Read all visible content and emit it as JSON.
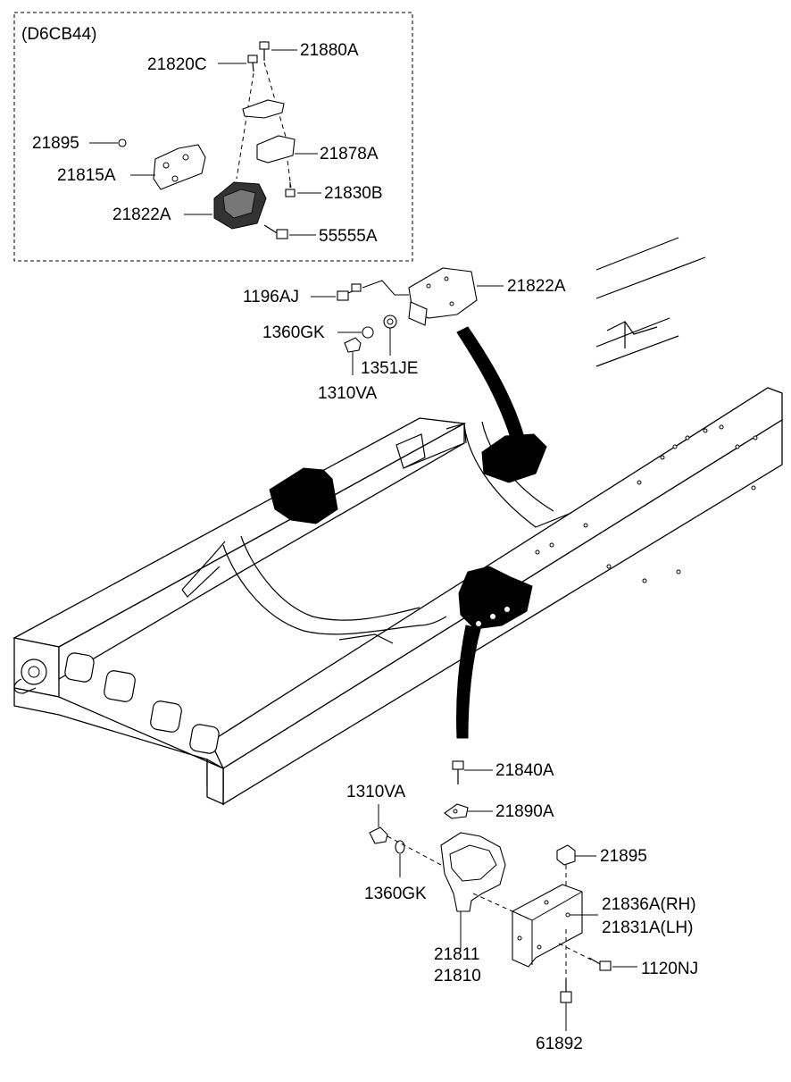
{
  "inset": {
    "title": "(D6CB44)"
  },
  "labels": {
    "p21880A": "21880A",
    "p21820C": "21820C",
    "p21895_top": "21895",
    "p21878A": "21878A",
    "p21815A": "21815A",
    "p21830B": "21830B",
    "p21822A_inset": "21822A",
    "p55555A": "55555A",
    "p21822A": "21822A",
    "p1196AJ": "1196AJ",
    "p1360GK_top": "1360GK",
    "p1351JE": "1351JE",
    "p1310VA_top": "1310VA",
    "p21840A": "21840A",
    "p1310VA_bot": "1310VA",
    "p21890A": "21890A",
    "p1360GK_bot": "1360GK",
    "p21895_bot": "21895",
    "p21836A": "21836A(RH)",
    "p21831A": "21831A(LH)",
    "p21811": "21811",
    "p21810": "21810",
    "p1120NJ": "1120NJ",
    "p61892": "61892"
  }
}
